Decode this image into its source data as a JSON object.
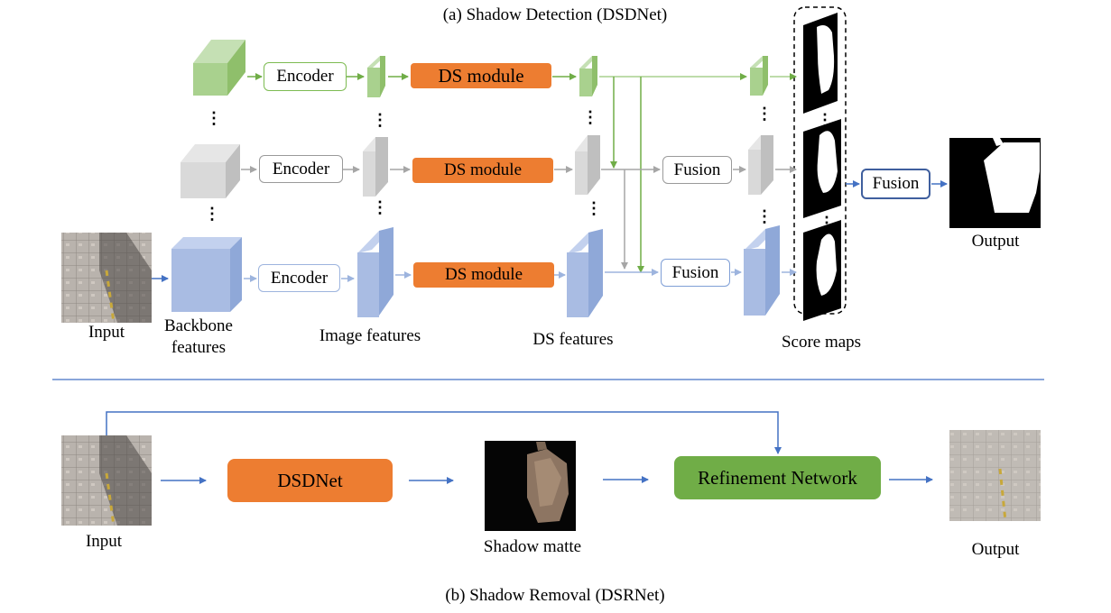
{
  "title_a": "(a) Shadow Detection (DSDNet)",
  "title_b": "(b) Shadow Removal (DSRNet)",
  "encoder_label": "Encoder",
  "ds_module_label": "DS module",
  "fusion_label": "Fusion",
  "labels": {
    "input_a": "Input",
    "backbone": "Backbone\nfeatures",
    "image_features": "Image features",
    "ds_features": "DS features",
    "score_maps": "Score maps",
    "output_a": "Output",
    "input_b": "Input",
    "shadow_matte": "Shadow matte",
    "output_b": "Output"
  },
  "dsdnet_label": "DSDNet",
  "refinement_label": "Refinement Network",
  "dots": "⋮",
  "colors": {
    "green": "#a9d18e",
    "gray": "#d0d0d0",
    "blue": "#a9bce3",
    "orange": "#ed7d31",
    "refine_green": "#70ad47",
    "arrow_blue": "#4472c4",
    "arrow_green": "#70ad47",
    "arrow_gray": "#a6a6a6"
  }
}
